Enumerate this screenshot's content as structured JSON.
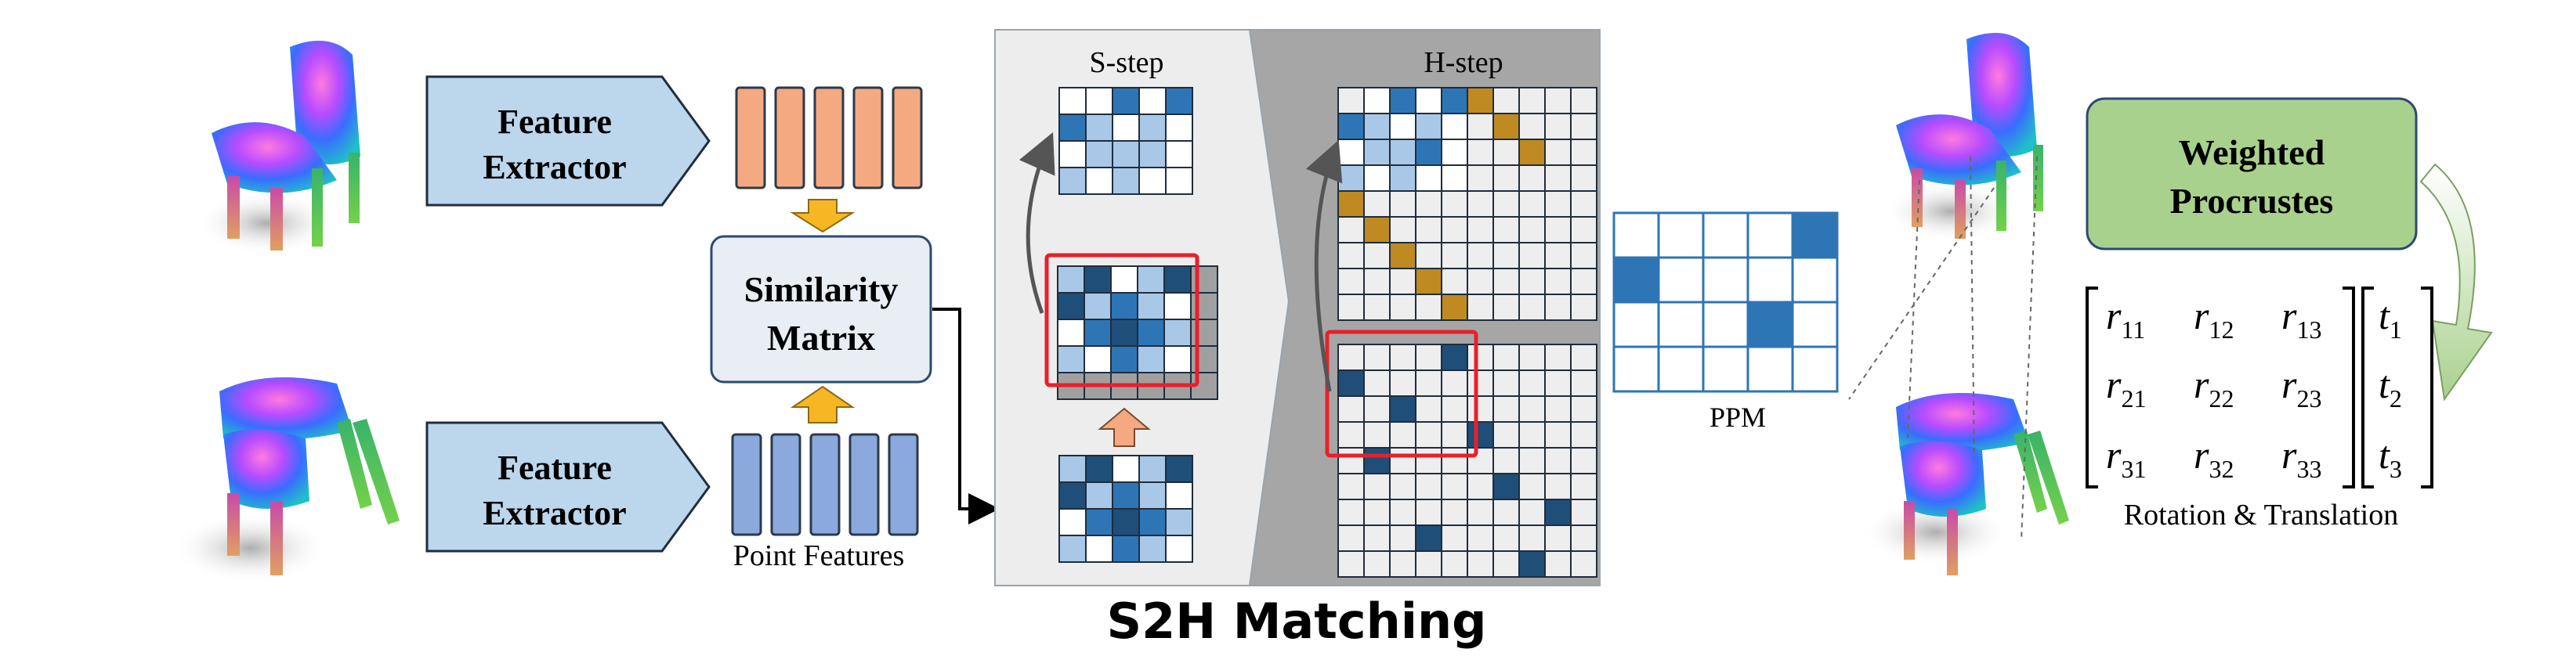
{
  "feature_extractor_top": "Feature Extractor",
  "feature_extractor_top_lines": [
    "Feature",
    "Extractor"
  ],
  "feature_extractor_bottom_lines": [
    "Feature",
    "Extractor"
  ],
  "similarity_matrix_lines": [
    "Similarity",
    "Matrix"
  ],
  "point_features_label": "Point Features",
  "s_step_label": "S-step",
  "h_step_label": "H-step",
  "s2h_title": "S2H Matching",
  "ppm_label": "PPM",
  "weighted_procrustes_lines": [
    "Weighted",
    "Procrustes"
  ],
  "rotation_translation_label": "Rotation & Translation",
  "matrix": {
    "rows": [
      [
        {
          "base": "r",
          "sub": "11"
        },
        {
          "base": "r",
          "sub": "12"
        },
        {
          "base": "r",
          "sub": "13"
        }
      ],
      [
        {
          "base": "r",
          "sub": "21"
        },
        {
          "base": "r",
          "sub": "22"
        },
        {
          "base": "r",
          "sub": "23"
        }
      ],
      [
        {
          "base": "r",
          "sub": "31"
        },
        {
          "base": "r",
          "sub": "32"
        },
        {
          "base": "r",
          "sub": "33"
        }
      ]
    ],
    "translation": [
      {
        "base": "t",
        "sub": "1"
      },
      {
        "base": "t",
        "sub": "2"
      },
      {
        "base": "t",
        "sub": "3"
      }
    ]
  },
  "colors": {
    "feature_box": "#bcd6ec",
    "orange_bar": "#f4a981",
    "blue_bar": "#8ba9dd",
    "yellow_arrow": "#f7b624",
    "dark_blue_cell": "#1f4e79",
    "mid_blue_cell": "#2e75b6",
    "light_blue_cell": "#a9c8e8",
    "gold_cell": "#bf8a22",
    "red_box": "#e8202a",
    "green_box": "#a9d18e",
    "s_panel_bg": "#ededed",
    "h_panel_bg": "#a6a6a6"
  }
}
